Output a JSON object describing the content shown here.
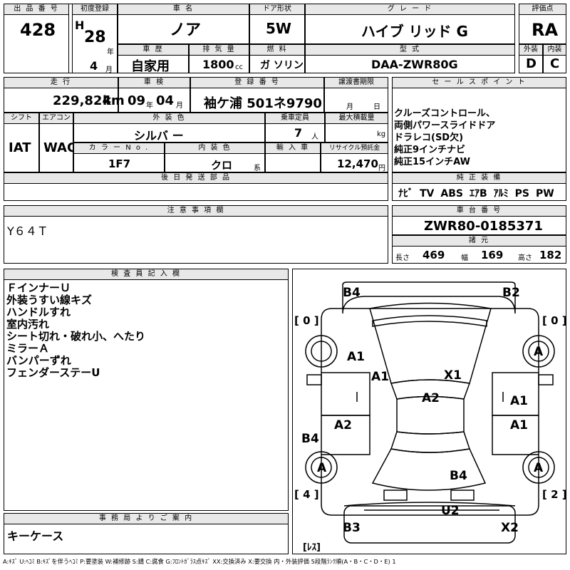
{
  "header": {
    "lot_label": "出 品 番 号",
    "lot": "428",
    "first_reg_label": "初度登録",
    "era": "H",
    "year": "28",
    "year_unit": "年",
    "month": "4",
    "month_unit": "月",
    "car_name_label": "車 名",
    "car_name": "ノア",
    "door_label": "ドア形状",
    "door": "5W",
    "grade_label": "グ レ ー ド",
    "grade": "ハイブ リッド G",
    "score_label": "評価点",
    "score": "RA",
    "history_label": "車 歴",
    "history": "自家用",
    "displacement_label": "排 気 量",
    "displacement": "1800",
    "displacement_unit": "cc",
    "fuel_label": "燃 料",
    "fuel": "ガ ソリン",
    "model_label": "型 式",
    "model": "DAA-ZWR80G",
    "ext_label": "外装",
    "ext": "D",
    "int_label": "内装",
    "int": "C"
  },
  "row2": {
    "mileage_label": "走 行",
    "mileage": "229,824",
    "mileage_unit": "km",
    "inspection_label": "車 検",
    "insp_year": "09",
    "insp_year_unit": "年",
    "insp_month": "04",
    "insp_month_unit": "月",
    "plate_label": "登 録 番 号",
    "plate": "袖ケ浦 501ネ9790",
    "transfer_label": "譲渡書期限",
    "transfer_month_unit": "月",
    "transfer_day_unit": "日",
    "shift_label": "シフト",
    "shift": "IAT",
    "ac_label": "エアコン",
    "ac": "WAC",
    "color_label": "外 装 色",
    "color": "シルバ ー",
    "capacity_label": "乗車定員",
    "capacity": "7",
    "capacity_unit": "人",
    "load_label": "最大積載量",
    "load_unit": "kg",
    "color_no_label": "カ ラ ー N o .",
    "color_no": "1F7",
    "interior_color_label": "内 装 色",
    "interior_color": "クロ",
    "interior_color_unit": "系",
    "import_label": "輸 入 車",
    "recycle_label": "リサイクル預託金",
    "recycle": "12,470",
    "recycle_unit": "円"
  },
  "sales": {
    "label": "セ ー ル ス ポ イ ン ト",
    "points": [
      "クルーズコントロール、",
      "両側パワースライドドア",
      "ドラレコ(SD欠)",
      "純正9インチナビ",
      "純正15インチAW"
    ]
  },
  "later_parts": {
    "label": "後 日 発 送 部 品"
  },
  "equipment": {
    "label": "純 正 装 備",
    "items": [
      "ﾅﾋﾞ",
      "TV",
      "ABS",
      "ｴｱB",
      "ｱﾙﾐ",
      "PS",
      "PW"
    ]
  },
  "notes": {
    "label": "注 意 事 項 欄",
    "text": "Y６４Ｔ"
  },
  "chassis": {
    "label": "車 台 番 号",
    "number": "ZWR80-0185371",
    "dims_label": "諸 元",
    "length_label": "長さ",
    "length": "469",
    "width_label": "幅",
    "width": "169",
    "height_label": "高さ",
    "height": "182"
  },
  "inspector": {
    "label": "検 査 員 記 入 欄",
    "lines": [
      "ＦインナーＵ",
      "外装うすい線キズ",
      "ハンドルすれ",
      "室内汚れ",
      "シート切れ・破れ小、へたり",
      "ミラーＡ",
      "バンパーずれ",
      "フェンダーステーU"
    ]
  },
  "office": {
    "label": "事 務 局 よ り ご 案 内",
    "text": "キーケース"
  },
  "diagram": {
    "marks": {
      "b4_top": "B4",
      "b2_top": "B2",
      "tire_fl": "[ 0 ]",
      "tire_fr": "[ 0 ]",
      "tire_rl": "[ 4 ]",
      "tire_rr": "[ 2 ]",
      "spare": "[ﾚｽ]",
      "a_fr": "A",
      "a1_left": "A1",
      "a1_hood_left": "A1",
      "x1_hood": "X1",
      "a2_roof": "A2",
      "a1_right_door": "A1",
      "a2_left_door": "A2",
      "a1_right_rear": "A1",
      "b4_left": "B4",
      "a_rl": "A",
      "a_rr": "A",
      "b4_rear": "B4",
      "u2": "U2",
      "b3": "B3",
      "x2": "X2"
    }
  },
  "legend": "A:ｷｽﾞ U:ﾍｺﾐ B:ｷｽﾞを伴うﾍｺﾐ P:要塗装 W:補修跡 S:錆 C:腐食 G:ﾌﾛﾝﾄｶﾞﾗｽ点ｷｽﾞ XX:交換済み X:要交換  内・外装評価 5段階ﾗﾝｸ順(A・B・C・D・E) 1"
}
